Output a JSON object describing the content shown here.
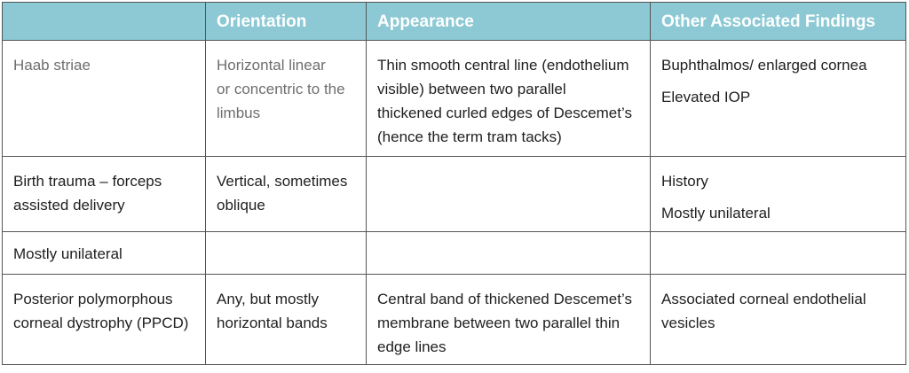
{
  "header": {
    "col1": "",
    "col2": "Orientation",
    "col3": "Appearance",
    "col4": "Other Associated Findings"
  },
  "rows": [
    {
      "name": [
        "Haab striae"
      ],
      "orientation": [
        "Horizontal linear",
        "or concentric to the",
        "limbus"
      ],
      "appearance": [
        "Thin smooth central line (endothelium",
        "visible) between two parallel",
        "thickened curled edges of Descemet’s",
        "(hence the term tram tacks)"
      ],
      "findings": [
        "Buphthalmos/ enlarged cornea",
        "Elevated IOP"
      ]
    },
    {
      "name": [
        "Birth trauma – forceps",
        "assisted delivery"
      ],
      "orientation": [
        "Vertical, sometimes",
        "oblique"
      ],
      "appearance": [],
      "findings": [
        "History",
        "Mostly unilateral"
      ]
    },
    {
      "name": [
        "Mostly unilateral"
      ],
      "orientation": [],
      "appearance": [],
      "findings": []
    },
    {
      "name": [
        "Posterior polymorphous",
        "corneal dystrophy (PPCD)"
      ],
      "orientation": [
        "Any, but mostly",
        "horizontal bands"
      ],
      "appearance": [
        "Central band of thickened Descemet’s",
        "membrane between two parallel thin",
        "edge lines"
      ],
      "findings": [
        "Associated corneal endothelial",
        "vesicles"
      ]
    }
  ]
}
